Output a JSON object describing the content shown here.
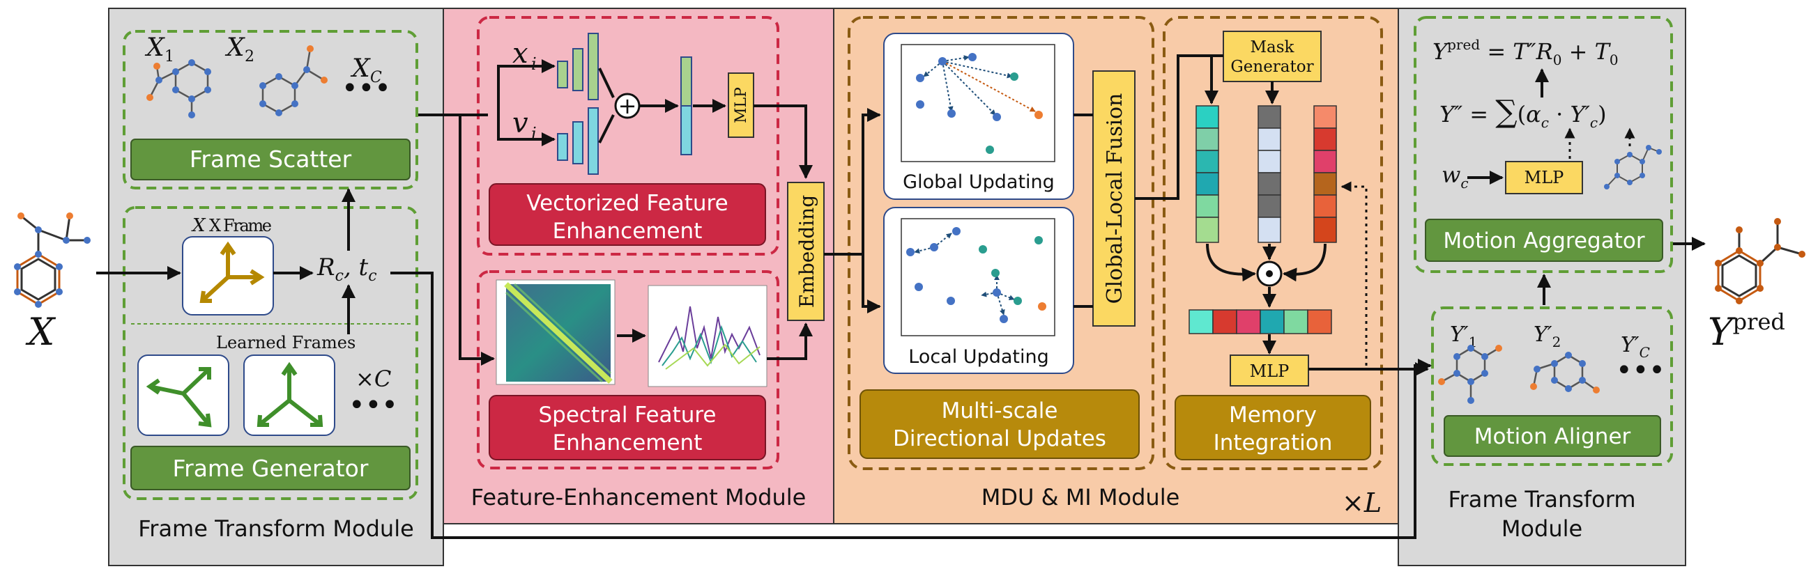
{
  "input_label": "X",
  "output_label": "Y",
  "output_sup": "pred",
  "ftm_left": {
    "title": "Frame Transform Module",
    "scatter": {
      "button": "Frame Scatter",
      "x1": "X",
      "x1_sub": "1",
      "x2": "X",
      "x2_sub": "2",
      "xc": "X",
      "xc_sub": "C",
      "dots": "•••"
    },
    "xframe_label": "X Frame",
    "xframe_var": "X",
    "rt_label": "Rc, tc",
    "learned_label": "Learned Frames",
    "times_c": "×C",
    "dots": "•••",
    "generator_button": "Frame Generator"
  },
  "fem": {
    "title": "Feature-Enhancement Module",
    "xi": "x",
    "xi_sub": "i",
    "vi": "v",
    "vi_sub": "i",
    "plus": "+",
    "mlp": "MLP",
    "vec_button": [
      "Vectorized Feature",
      "Enhancement"
    ],
    "spec_button": [
      "Spectral Feature",
      "Enhancement"
    ],
    "embedding": "Embedding"
  },
  "mdu": {
    "title": "MDU & MI Module",
    "times_l": "×L",
    "global_label": "Global Updating",
    "local_label": "Local Updating",
    "fusion": "Global-Local Fusion",
    "mdu_button": [
      "Multi-scale",
      "Directional Updates"
    ],
    "mask_generator": [
      "Mask",
      "Generator"
    ],
    "odot": "⊙",
    "mlp": "MLP",
    "mi_button": [
      "Memory",
      "Integration"
    ]
  },
  "ftm_right": {
    "title": [
      "Frame Transform",
      "Module"
    ],
    "eq1": "Yᵖʳᵉᵈ = T″R₀ + T₀",
    "eq2": "Y″ = ∑(αc · Y′c)",
    "wc": "wc",
    "mlp": "MLP",
    "aggregator_button": "Motion Aggregator",
    "y1": "Y′₁",
    "y2": "Y′₂",
    "yc": "Y′C",
    "dots": "•••",
    "aligner_button": "Motion Aligner"
  },
  "colors": {
    "panel_gray": "#d9d9d9",
    "panel_pink": "#f4b8c2",
    "panel_orange": "#f8cba8",
    "green_button": "#62963f",
    "red_button": "#cc2844",
    "gold_button": "#b78a0c",
    "yellow_box": "#fbd862",
    "green_dash": "#5f9e35",
    "red_dash": "#cc2844",
    "brown_dash": "#8a5b12",
    "node_blue": "#4472c4",
    "node_orange": "#ed7d31"
  }
}
